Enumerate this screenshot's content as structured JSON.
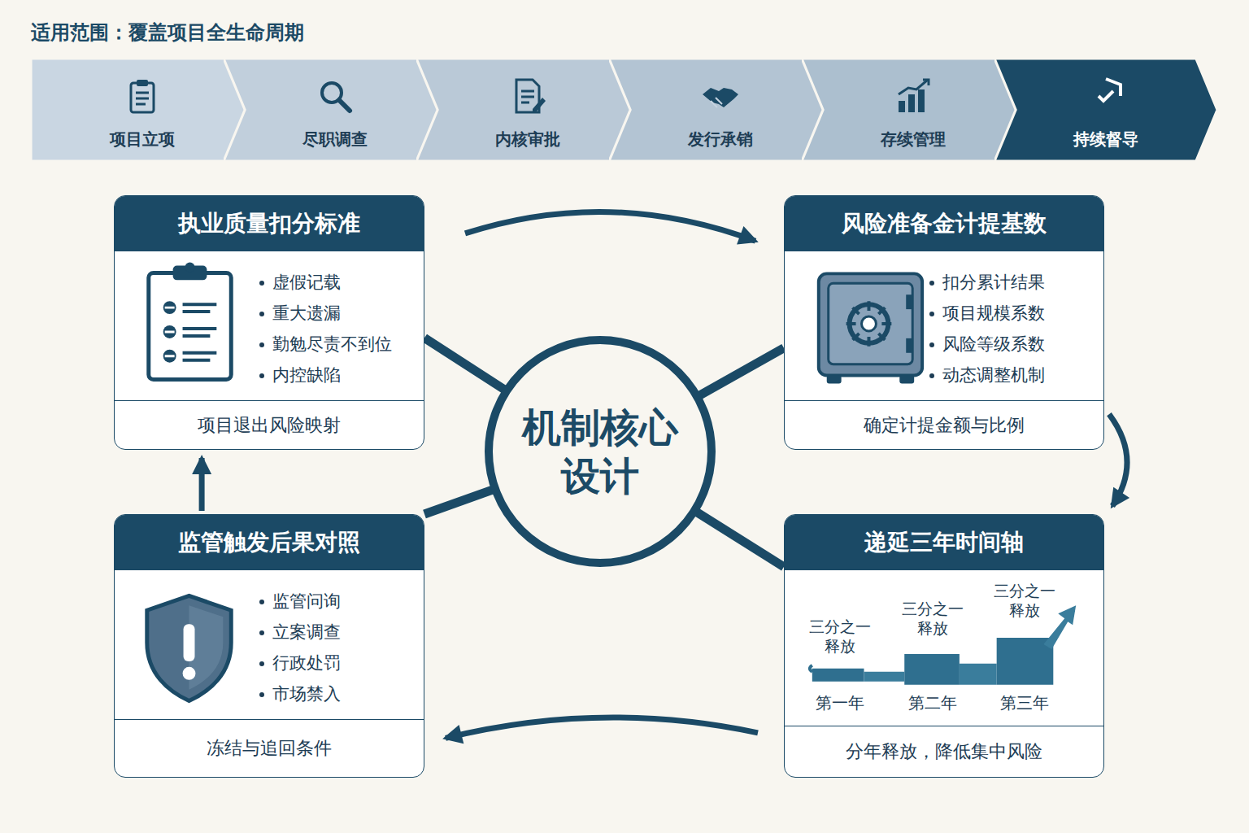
{
  "diagram": {
    "title": "适用范围：覆盖项目全生命周期",
    "nodes": [
      {
        "text": [
          "项目立项"
        ]
      },
      {
        "text": [
          "尽职调查"
        ]
      },
      {
        "text": [
          "内核审批"
        ]
      },
      {
        "text": [
          "发行承销"
        ]
      },
      {
        "text": [
          "存续管理"
        ]
      },
      {
        "text": [
          "持续督导"
        ]
      },
      {
        "text": [
          "执业质量扣分标准",
          "虚假记载",
          "重大遗漏",
          "勤勉尽责不到位",
          "内控缺陷",
          "项目退出风险映射"
        ]
      },
      {
        "text": [
          "风险准备金计提基数",
          "扣分累计结果",
          "项目规模系数",
          "风险等级系数",
          "动态调整机制",
          "确定计提金额与比例"
        ]
      },
      {
        "text": [
          "机制核心 设计"
        ]
      },
      {
        "text": [
          "监管触发后果对照",
          "监管问询",
          "立案调查",
          "行政处罚",
          "市场禁入",
          "冻结与追回条件"
        ]
      },
      {
        "text": [
          "递延三年时间轴",
          "三分之一 释放",
          "三分之一 释放",
          "三分之一 释放",
          "第一年",
          "第二年",
          "第三年",
          "分年释放，降低集中风险"
        ]
      }
    ],
    "edges": [
      {
        "from": 6,
        "to": 7,
        "arrow": "to"
      },
      {
        "from": 7,
        "to": 10,
        "arrow": "to"
      },
      {
        "from": 10,
        "to": 9,
        "arrow": "to"
      },
      {
        "from": 9,
        "to": 6,
        "arrow": "to"
      },
      {
        "from": 8,
        "to": 6,
        "arrow": "none"
      },
      {
        "from": 8,
        "to": 7,
        "arrow": "none"
      },
      {
        "from": 8,
        "to": 9,
        "arrow": "none"
      },
      {
        "from": 8,
        "to": 10,
        "arrow": "none"
      }
    ]
  }
}
